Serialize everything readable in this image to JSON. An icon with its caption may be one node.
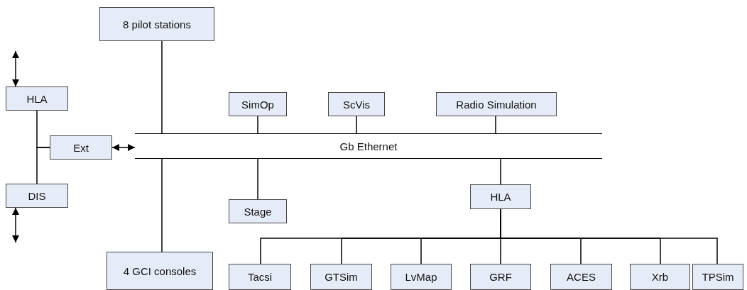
{
  "diagram": {
    "nodes": [
      {
        "text": [
          "8 pilot stations"
        ]
      },
      {
        "text": [
          "HLA"
        ]
      },
      {
        "text": [
          "SimOp"
        ]
      },
      {
        "text": [
          "ScVis"
        ]
      },
      {
        "text": [
          "Radio Simulation"
        ]
      },
      {
        "text": [
          "Ext"
        ]
      },
      {
        "text": [
          "Gb Ethernet"
        ]
      },
      {
        "text": [
          "DIS"
        ]
      },
      {
        "text": [
          "Stage"
        ]
      },
      {
        "text": [
          "HLA"
        ]
      },
      {
        "text": [
          "4 GCI consoles"
        ]
      },
      {
        "text": [
          "Tacsi"
        ]
      },
      {
        "text": [
          "GTSim"
        ]
      },
      {
        "text": [
          "LvMap"
        ]
      },
      {
        "text": [
          "GRF"
        ]
      },
      {
        "text": [
          "ACES"
        ]
      },
      {
        "text": [
          "Xrb"
        ]
      },
      {
        "text": [
          "TPSim"
        ]
      }
    ],
    "edges": [
      {
        "from": null,
        "to": 1,
        "arrow": "both"
      },
      {
        "from": null,
        "to": 7,
        "arrow": "both"
      },
      {
        "from": 1,
        "to": 5,
        "arrow": "none"
      },
      {
        "from": 7,
        "to": 5,
        "arrow": "none"
      },
      {
        "from": 5,
        "to": 6,
        "arrow": "both"
      },
      {
        "from": 0,
        "to": 6,
        "arrow": "none"
      },
      {
        "from": 2,
        "to": 6,
        "arrow": "none"
      },
      {
        "from": 3,
        "to": 6,
        "arrow": "none"
      },
      {
        "from": 4,
        "to": 6,
        "arrow": "none"
      },
      {
        "from": 6,
        "to": 8,
        "arrow": "none"
      },
      {
        "from": 6,
        "to": 9,
        "arrow": "none"
      },
      {
        "from": 6,
        "to": 10,
        "arrow": "none"
      },
      {
        "from": 9,
        "to": 11,
        "arrow": "none"
      },
      {
        "from": 9,
        "to": 12,
        "arrow": "none"
      },
      {
        "from": 9,
        "to": 13,
        "arrow": "none"
      },
      {
        "from": 9,
        "to": 14,
        "arrow": "none"
      },
      {
        "from": 9,
        "to": 15,
        "arrow": "none"
      },
      {
        "from": 9,
        "to": 16,
        "arrow": "none"
      },
      {
        "from": 9,
        "to": 17,
        "arrow": "none"
      }
    ]
  }
}
